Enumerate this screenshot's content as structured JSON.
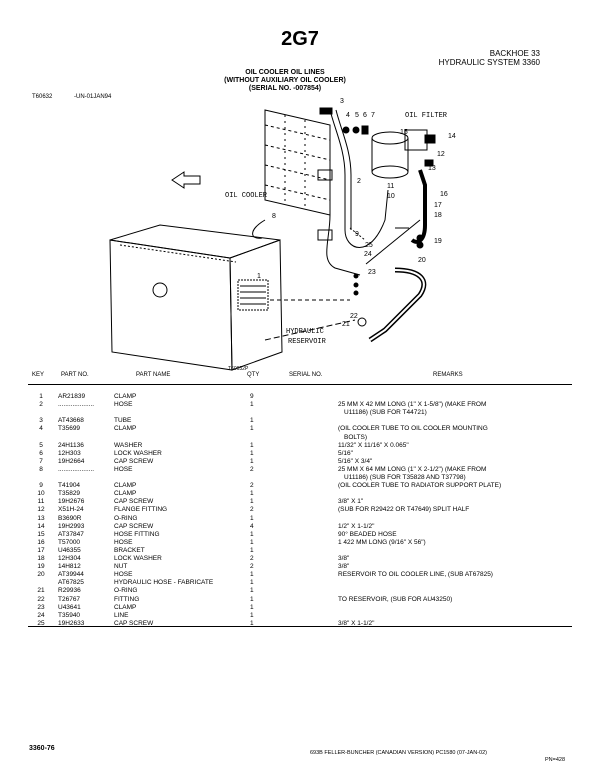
{
  "header": {
    "section": "2G7",
    "group_line": "BACKHOE    33",
    "system_line": "HYDRAULIC SYSTEM   3360"
  },
  "caption": {
    "line1": "OIL COOLER OIL LINES",
    "line2": "(WITHOUT AUXILIARY OIL COOLER)",
    "line3": "(SERIAL NO.         -007854)"
  },
  "figure_ref": {
    "id": "T60632",
    "date": "-UN-01JAN94",
    "small_id": "T60632P"
  },
  "figure_labels": {
    "oil_filter": "OIL FILTER",
    "oil_cooler": "OIL COOLER",
    "hydraulic_reservoir_1": "HYDRAULIC",
    "hydraulic_reservoir_2": "RESERVOIR",
    "callouts": [
      "1",
      "2",
      "3",
      "4",
      "5",
      "6",
      "7",
      "8",
      "9",
      "10",
      "11",
      "12",
      "13",
      "14",
      "15",
      "16",
      "17",
      "18",
      "19",
      "20",
      "21",
      "22",
      "23",
      "24",
      "25"
    ]
  },
  "columns": {
    "key": "KEY",
    "part_no": "PART NO.",
    "part_name": "PART NAME",
    "qty": "QTY",
    "serial_no": "SERIAL NO.",
    "remarks": "REMARKS"
  },
  "rows": [
    {
      "key": "1",
      "part": "AR21839",
      "name": "CLAMP",
      "qty": "9",
      "rem": ""
    },
    {
      "key": "2",
      "part": "....................",
      "name": "HOSE",
      "qty": "1",
      "rem": "25 MM X 42 MM LONG (1\" X 1-5/8\") (MAKE FROM"
    },
    {
      "key": "",
      "part": "",
      "name": "",
      "qty": "",
      "rem": "U11186) (SUB FOR T44721)",
      "indent": true
    },
    {
      "key": "3",
      "part": "AT43668",
      "name": "TUBE",
      "qty": "1",
      "rem": ""
    },
    {
      "key": "4",
      "part": "T35699",
      "name": "CLAMP",
      "qty": "1",
      "rem": "(OIL COOLER TUBE TO OIL COOLER MOUNTING"
    },
    {
      "key": "",
      "part": "",
      "name": "",
      "qty": "",
      "rem": "BOLTS)",
      "indent": true
    },
    {
      "key": "5",
      "part": "24H1136",
      "name": "WASHER",
      "qty": "1",
      "rem": "11/32\" X 11/16\" X 0.065\""
    },
    {
      "key": "6",
      "part": "12H303",
      "name": "LOCK WASHER",
      "qty": "1",
      "rem": "5/16\""
    },
    {
      "key": "7",
      "part": "19H2664",
      "name": "CAP SCREW",
      "qty": "1",
      "rem": "5/16\" X 3/4\""
    },
    {
      "key": "8",
      "part": "....................",
      "name": "HOSE",
      "qty": "2",
      "rem": "25 MM X 64 MM LONG (1\" X 2-1/2\") (MAKE FROM"
    },
    {
      "key": "",
      "part": "",
      "name": "",
      "qty": "",
      "rem": "U11186) (SUB FOR T35828 AND T37798)",
      "indent": true
    },
    {
      "key": "9",
      "part": "T41904",
      "name": "CLAMP",
      "qty": "2",
      "rem": "(OIL COOLER TUBE TO RADIATOR SUPPORT PLATE)"
    },
    {
      "key": "10",
      "part": "T35829",
      "name": "CLAMP",
      "qty": "1",
      "rem": ""
    },
    {
      "key": "11",
      "part": "19H2676",
      "name": "CAP SCREW",
      "qty": "1",
      "rem": "3/8\" X 1\""
    },
    {
      "key": "12",
      "part": "X51H-24",
      "name": "FLANGE FITTING",
      "qty": "2",
      "rem": "(SUB FOR R29422 OR T47649) SPLIT HALF"
    },
    {
      "key": "13",
      "part": "B3690R",
      "name": "O-RING",
      "qty": "1",
      "rem": ""
    },
    {
      "key": "14",
      "part": "19H2993",
      "name": "CAP SCREW",
      "qty": "4",
      "rem": "1/2\" X 1-1/2\""
    },
    {
      "key": "15",
      "part": "AT37847",
      "name": "HOSE FITTING",
      "qty": "1",
      "rem": "90° BEADED HOSE"
    },
    {
      "key": "16",
      "part": "T57000",
      "name": "HOSE",
      "qty": "1",
      "rem": "1 422 MM LONG (9/16\" X 56\")"
    },
    {
      "key": "17",
      "part": "U46355",
      "name": "BRACKET",
      "qty": "1",
      "rem": ""
    },
    {
      "key": "18",
      "part": "12H304",
      "name": "LOCK WASHER",
      "qty": "2",
      "rem": "3/8\""
    },
    {
      "key": "19",
      "part": "14H812",
      "name": "NUT",
      "qty": "2",
      "rem": "3/8\""
    },
    {
      "key": "20",
      "part": "AT39944",
      "name": "HOSE",
      "qty": "1",
      "rem": "RESERVOIR TO OIL COOLER LINE, (SUB AT67825)"
    },
    {
      "key": "",
      "part": "AT67825",
      "name": "HYDRAULIC HOSE - FABRICATE",
      "qty": "1",
      "rem": ""
    },
    {
      "key": "21",
      "part": "R29936",
      "name": "O-RING",
      "qty": "1",
      "rem": ""
    },
    {
      "key": "22",
      "part": "T26767",
      "name": "FITTING",
      "qty": "1",
      "rem": "TO RESERVOIR, (SUB FOR AU43250)"
    },
    {
      "key": "23",
      "part": "U43641",
      "name": "CLAMP",
      "qty": "1",
      "rem": ""
    },
    {
      "key": "24",
      "part": "T35940",
      "name": "LINE",
      "qty": "1",
      "rem": ""
    },
    {
      "key": "25",
      "part": "19H2633",
      "name": "CAP SCREW",
      "qty": "1",
      "rem": "3/8\" X 1-1/2\""
    }
  ],
  "footer": {
    "page": "3360-76",
    "catalog": "693B FELLER-BUNCHER (CANADIAN VERSION)   PC1580      (07-JAN-02)",
    "pn": "PN=428"
  }
}
